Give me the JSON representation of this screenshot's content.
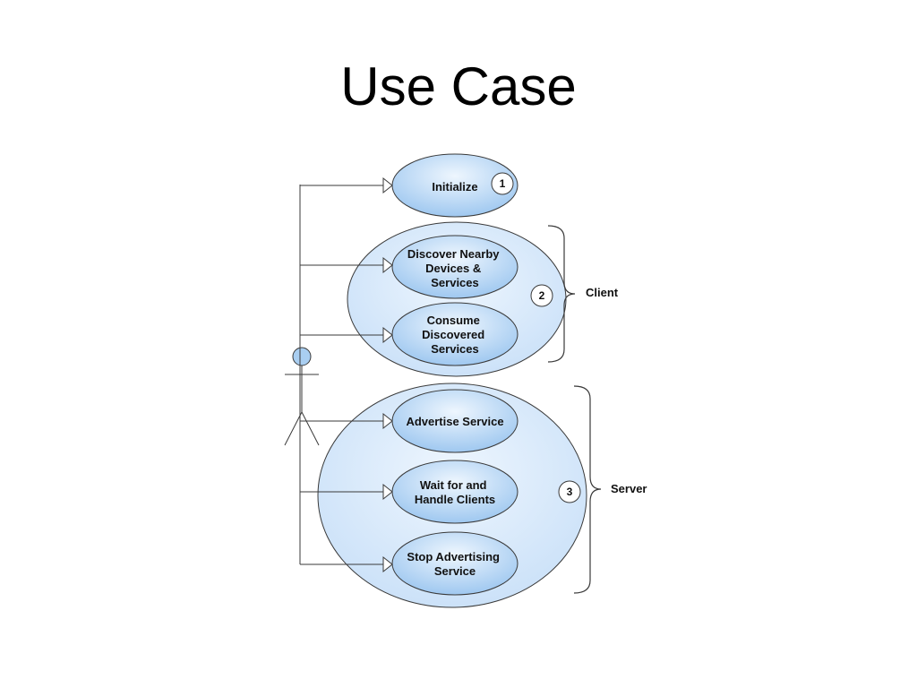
{
  "slide": {
    "title": "Use Case"
  },
  "colors": {
    "ellipse_fill_light": "#e6f1fc",
    "ellipse_fill_dark": "#a9cef1",
    "group_fill": "#dcebfb",
    "stroke": "#3a3a3a",
    "actor_head": "#a9cef1"
  },
  "use_cases": {
    "initialize": "Initialize",
    "discover": [
      "Discover Nearby",
      "Devices &",
      "Services"
    ],
    "consume": [
      "Consume",
      "Discovered",
      "Services"
    ],
    "advertise": "Advertise Service",
    "wait": [
      "Wait for and",
      "Handle Clients"
    ],
    "stop": [
      "Stop Advertising",
      "Service"
    ]
  },
  "numbers": {
    "n1": "1",
    "n2": "2",
    "n3": "3"
  },
  "groups": {
    "client": "Client",
    "server": "Server"
  }
}
